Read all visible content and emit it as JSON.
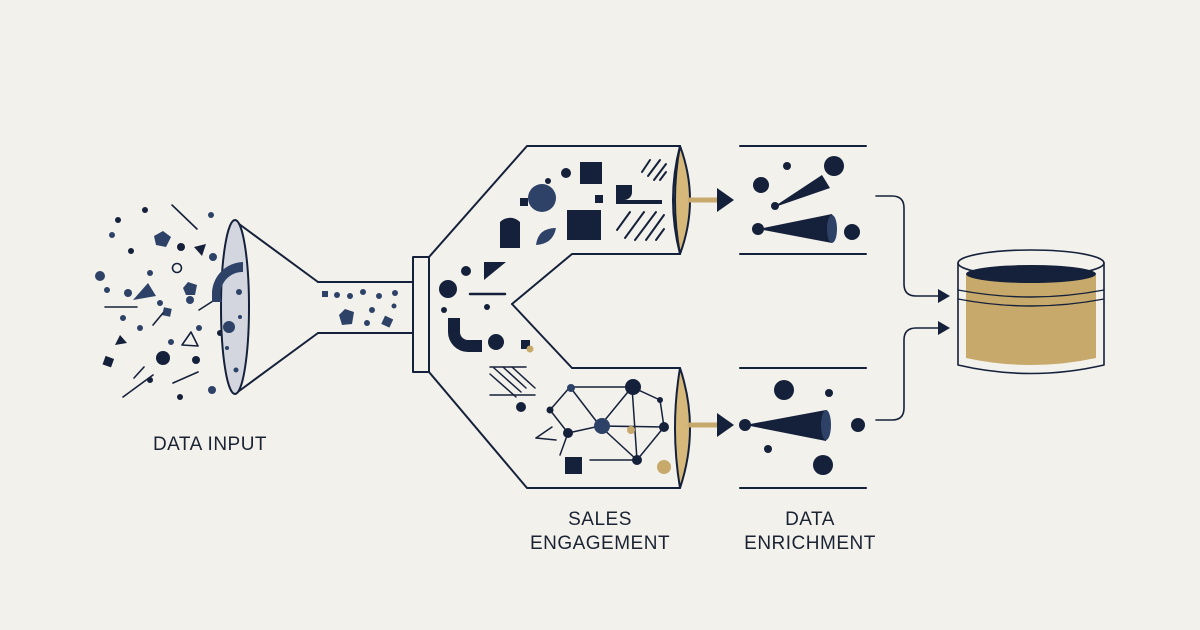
{
  "labels": {
    "data_input": "DATA INPUT",
    "sales_line1": "SALES",
    "sales_line2": "ENGAGEMENT",
    "enrich_line1": "DATA",
    "enrich_line2": "ENRICHMENT"
  },
  "colors": {
    "background": "#f3f1ec",
    "ink": "#15213a",
    "navy": "#2e4268",
    "gold": "#c7a96b",
    "gold_light": "#d6b97a",
    "lens": "#d3d6df"
  },
  "stages": [
    "data-input",
    "filter-funnel",
    "split-pipe",
    "sales-engagement",
    "data-enrichment",
    "storage-cylinder"
  ]
}
